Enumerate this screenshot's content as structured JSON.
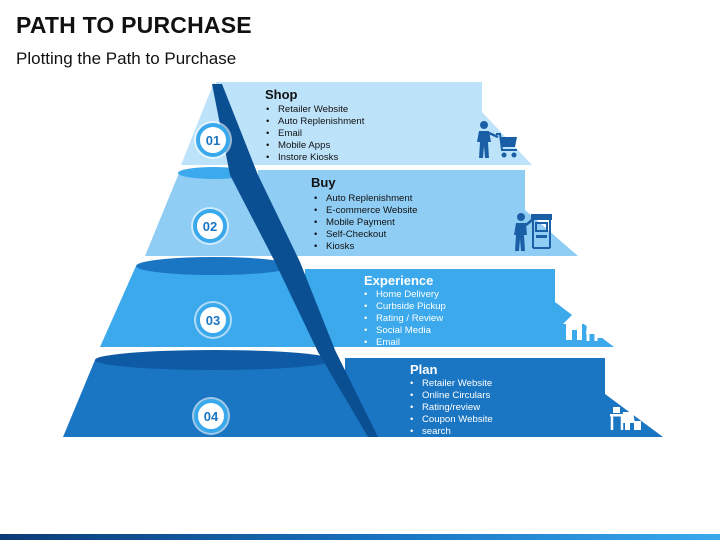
{
  "title": "PATH TO PURCHASE",
  "subtitle": "Plotting the Path to Purchase",
  "colors": {
    "tier1": "#bde3fb",
    "tier2": "#8fcdf5",
    "tier3": "#3ba9ec",
    "tier4": "#1a75c2",
    "ramp": "#0b4f93",
    "icon": "#1a5fa6"
  },
  "tiers": [
    {
      "number": "01",
      "title": "Shop",
      "icon": "shopping-cart-person-icon",
      "items": [
        "Retailer Website",
        "Auto Replenishment",
        "Email",
        "Mobile Apps",
        "Instore Kiosks"
      ]
    },
    {
      "number": "02",
      "title": "Buy",
      "icon": "store-shopper-icon",
      "items": [
        "Auto Replenishment",
        "E-commerce Website",
        "Mobile Payment",
        "Self-Checkout",
        "Kiosks"
      ]
    },
    {
      "number": "03",
      "title": "Experience",
      "icon": "home-delivery-icon",
      "items": [
        "Home Delivery",
        "Curbside Pickup",
        "Rating / Review",
        "Social Media",
        "Email"
      ]
    },
    {
      "number": "04",
      "title": "Plan",
      "icon": "person-at-desk-icon",
      "items": [
        "Retailer Website",
        "Online Circulars",
        "Rating/review",
        "Coupon Website",
        "search"
      ]
    }
  ]
}
